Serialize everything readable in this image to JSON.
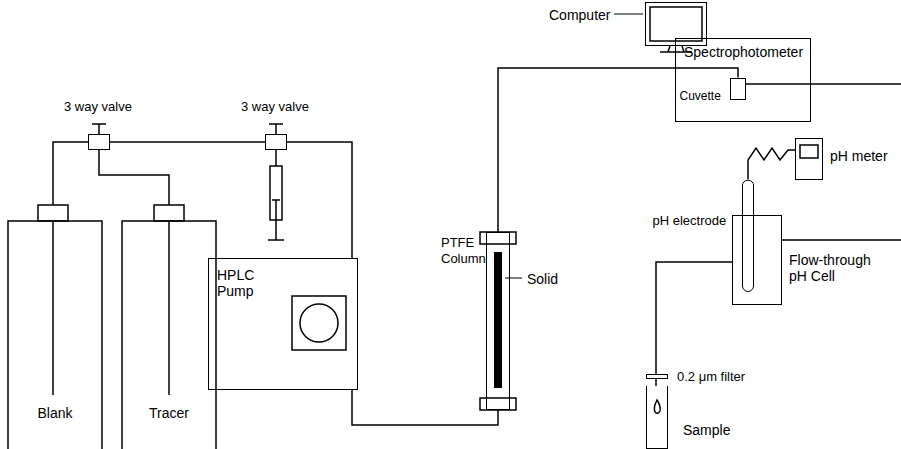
{
  "diagram": {
    "nodes": [
      {
        "text": [
          "Computer"
        ]
      },
      {
        "text": [
          "Spectrophotometer"
        ]
      },
      {
        "text": [
          "Cuvette"
        ],
        "in": 1
      },
      {
        "text": [
          "3 way valve"
        ]
      },
      {
        "text": [
          "3 way valve"
        ]
      },
      {
        "text": [
          "pH meter"
        ]
      },
      {
        "text": [
          "HPLC Pump"
        ]
      },
      {
        "text": [
          "PTFE Column",
          "Solid"
        ]
      },
      {
        "text": [
          "Flow-through pH Cell"
        ]
      },
      {
        "text": [
          "pH electrode"
        ],
        "in": 8
      },
      {
        "text": [
          "Blank"
        ]
      },
      {
        "text": [
          "Tracer"
        ]
      },
      {
        "text": [
          "0.2 μm filter"
        ]
      },
      {
        "text": [
          "Sample"
        ]
      }
    ],
    "edges": [
      {
        "from": 10,
        "to": 3,
        "arrow": "none"
      },
      {
        "from": 11,
        "to": 3,
        "arrow": "none"
      },
      {
        "from": 3,
        "to": 4,
        "arrow": "none"
      },
      {
        "from": 4,
        "to": 6,
        "arrow": "none"
      },
      {
        "from": 6,
        "to": 7,
        "arrow": "none"
      },
      {
        "from": 7,
        "to": 2,
        "arrow": "none"
      },
      {
        "from": 8,
        "to": 12,
        "arrow": "none"
      },
      {
        "from": 12,
        "to": 13,
        "arrow": "none"
      },
      {
        "from": 9,
        "to": 5,
        "arrow": "none"
      }
    ]
  }
}
